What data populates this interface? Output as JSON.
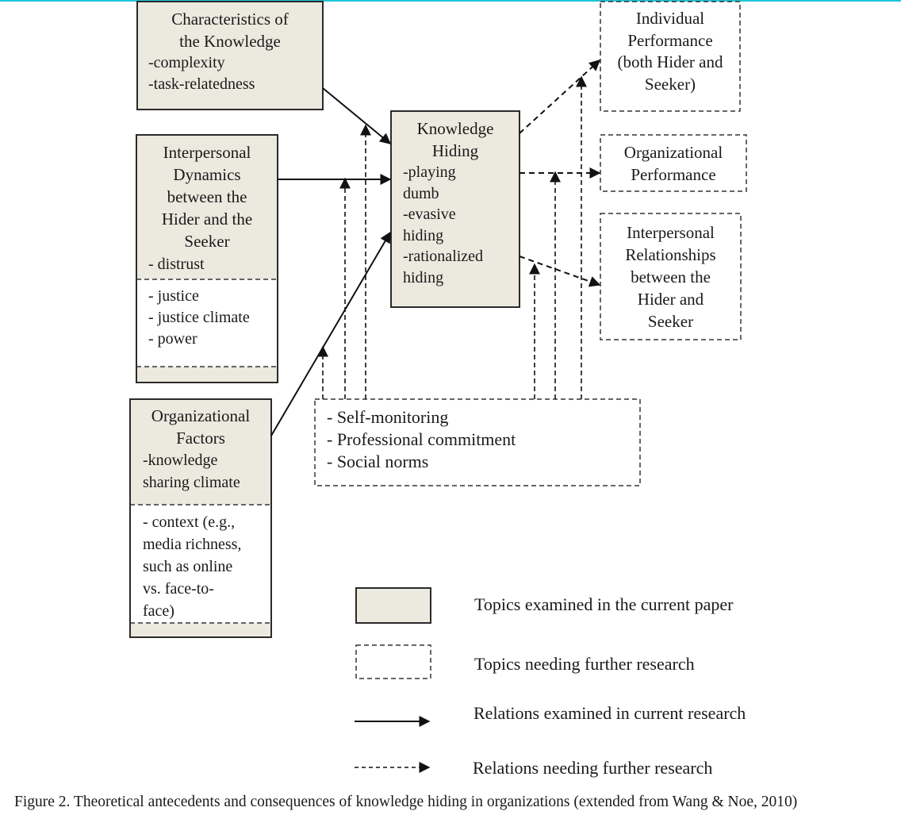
{
  "figure": {
    "caption": "Figure 2.  Theoretical antecedents and consequences of knowledge hiding in organizations (extended from Wang & Noe, 2010)",
    "colors": {
      "examined_fill": "#ECE9DF",
      "border": "#2a2a2a",
      "accent_line": "#1fc4d8"
    }
  },
  "nodes": {
    "characteristics": {
      "title": [
        "Characteristics of",
        "the Knowledge"
      ],
      "items": [
        "-complexity",
        "-task-relatedness"
      ],
      "status": "examined"
    },
    "interpersonal": {
      "title": [
        "Interpersonal",
        "Dynamics",
        "between the",
        "Hider and the",
        "Seeker"
      ],
      "items": [
        "- distrust"
      ],
      "further_items": [
        "- justice",
        "- justice climate",
        "- power"
      ],
      "status": "examined"
    },
    "organizational": {
      "title": [
        "Organizational",
        "Factors"
      ],
      "items": [
        "-knowledge",
        "sharing climate"
      ],
      "further_items": [
        "- context (e.g.,",
        "media richness,",
        "such as online",
        "vs. face-to-",
        "face)"
      ],
      "status": "examined"
    },
    "knowledge_hiding": {
      "title": [
        "Knowledge",
        "Hiding"
      ],
      "items": [
        "-playing",
        "dumb",
        "-evasive",
        "hiding",
        "-rationalized",
        "hiding"
      ],
      "status": "examined"
    },
    "moderators": {
      "items": [
        "- Self-monitoring",
        "- Professional commitment",
        "- Social norms"
      ],
      "status": "further"
    },
    "individual_performance": {
      "title": [
        "Individual",
        "Performance",
        "(both Hider and",
        "Seeker)"
      ],
      "status": "further"
    },
    "organizational_performance": {
      "title": [
        "Organizational",
        "Performance"
      ],
      "status": "further"
    },
    "interpersonal_relationships": {
      "title": [
        "Interpersonal",
        "Relationships",
        "between the",
        "Hider and",
        "Seeker"
      ],
      "status": "further"
    }
  },
  "edges": [
    {
      "from": "characteristics",
      "to": "knowledge_hiding",
      "type": "examined"
    },
    {
      "from": "interpersonal",
      "to": "knowledge_hiding",
      "type": "examined"
    },
    {
      "from": "organizational",
      "to": "knowledge_hiding",
      "type": "examined"
    },
    {
      "from": "knowledge_hiding",
      "to": "individual_performance",
      "type": "further"
    },
    {
      "from": "knowledge_hiding",
      "to": "organizational_performance",
      "type": "further"
    },
    {
      "from": "knowledge_hiding",
      "to": "interpersonal_relationships",
      "type": "further"
    },
    {
      "from": "moderators",
      "to": "characteristics->knowledge_hiding",
      "type": "further"
    },
    {
      "from": "moderators",
      "to": "interpersonal->knowledge_hiding",
      "type": "further"
    },
    {
      "from": "moderators",
      "to": "organizational->knowledge_hiding",
      "type": "further"
    },
    {
      "from": "moderators",
      "to": "knowledge_hiding->individual_performance",
      "type": "further"
    },
    {
      "from": "moderators",
      "to": "knowledge_hiding->organizational_performance",
      "type": "further"
    },
    {
      "from": "moderators",
      "to": "knowledge_hiding->interpersonal_relationships",
      "type": "further"
    }
  ],
  "legend": {
    "examined_topics": "Topics examined in the current paper",
    "further_topics": "Topics needing further research",
    "examined_relations": "Relations examined in current research",
    "further_relations": "Relations needing further research"
  }
}
